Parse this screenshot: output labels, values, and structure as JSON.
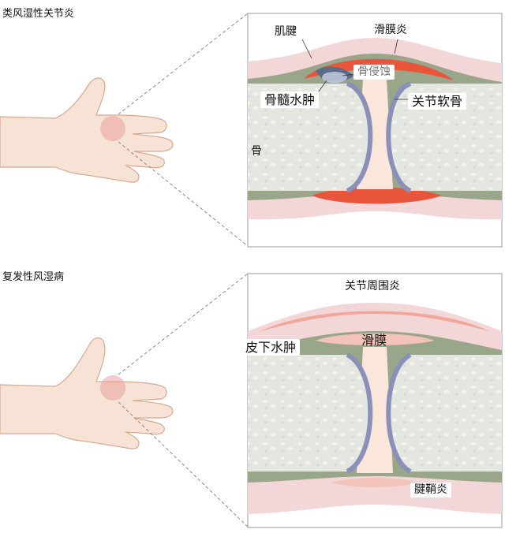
{
  "panel_top": {
    "title": "类风湿性关节炎",
    "labels": {
      "tendon": "肌腱",
      "synovitis": "滑膜炎",
      "bone_erosion": "骨侵蚀",
      "bone_marrow_edema": "骨髓水肿",
      "articular_cartilage": "关节软骨",
      "bone": "骨"
    }
  },
  "panel_bottom": {
    "title": "复发性风湿病",
    "labels": {
      "periarthritis": "关节周围炎",
      "synovium": "滑膜",
      "subcutaneous_edema": "皮下水肿",
      "tenosynovitis": "腱鞘炎"
    }
  },
  "colors": {
    "skin": "#f7e3d6",
    "skin_outline": "#d9a98f",
    "bone": "#e3e5df",
    "cartilage": "#8a90b8",
    "capsule": "#9aa68a",
    "inflammation": "#e8553a",
    "joint_fluid": "#fbe6dc",
    "hotspot": "#eaa09a",
    "dashed_line": "#8a8a8a"
  }
}
